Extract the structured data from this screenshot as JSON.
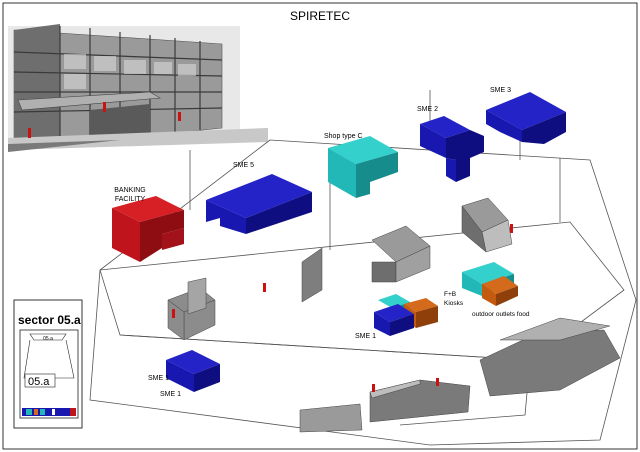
{
  "title": "SPIRETEC",
  "labels": {
    "banking_line1": "BANKING",
    "banking_line2": "FACILITY",
    "sme5": "SME 5",
    "shop_c": "Shop type C",
    "sme2": "SME 2",
    "sme3": "SME 3",
    "fb_line1": "F+B",
    "fb_line2": "Kiosks",
    "outdoor": "outdoor outlets food",
    "sme1_center": "SME 1",
    "sme1_left_a": "SME 1",
    "sme1_left_b": "SME 1"
  },
  "sector": {
    "title": "sector 05.a",
    "small_label": "05.a",
    "big_label": "05.a"
  },
  "colors": {
    "red_front": "#c0141c",
    "red_top": "#d71f26",
    "red_side": "#8d0d12",
    "blue_front": "#1818b0",
    "blue_top": "#2323c8",
    "blue_side": "#0e0e80",
    "teal_front": "#22b8b8",
    "teal_top": "#33d0cc",
    "teal_side": "#178c8c",
    "orange_front": "#c45a10",
    "orange_top": "#d36a1c",
    "orange_side": "#8e3f0a",
    "grey": "#8c8c8c",
    "figure_red": "#cc1111"
  }
}
